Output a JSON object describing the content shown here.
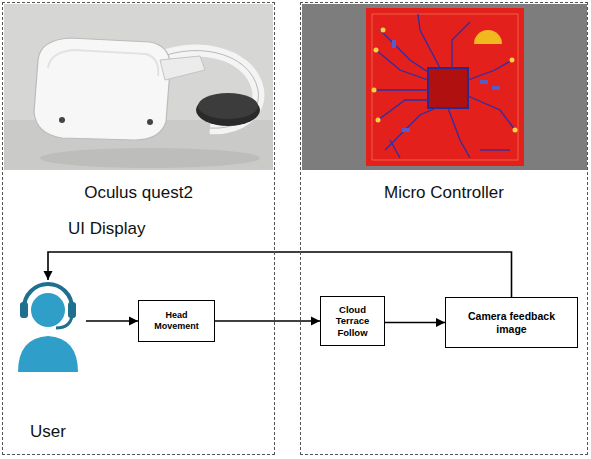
{
  "diagram": {
    "nodes": [
      {
        "text": [
          "Oculus quest2"
        ]
      },
      {
        "text": [
          "Micro Controller"
        ]
      },
      {
        "text": [
          "User"
        ],
        "in": 0
      },
      {
        "text": [
          "Head Movement"
        ],
        "in": 0
      },
      {
        "text": [
          "Cloud Terrace Follow"
        ],
        "in": 1
      },
      {
        "text": [
          "Camera feedback image"
        ],
        "in": 1
      }
    ],
    "edges": [
      {
        "from": 2,
        "to": 3,
        "arrow": "to"
      },
      {
        "from": 3,
        "to": 4,
        "arrow": "to"
      },
      {
        "from": 4,
        "to": 5,
        "arrow": "to"
      },
      {
        "from": 5,
        "to": 2,
        "arrow": "to",
        "label": "UI Display"
      }
    ]
  }
}
